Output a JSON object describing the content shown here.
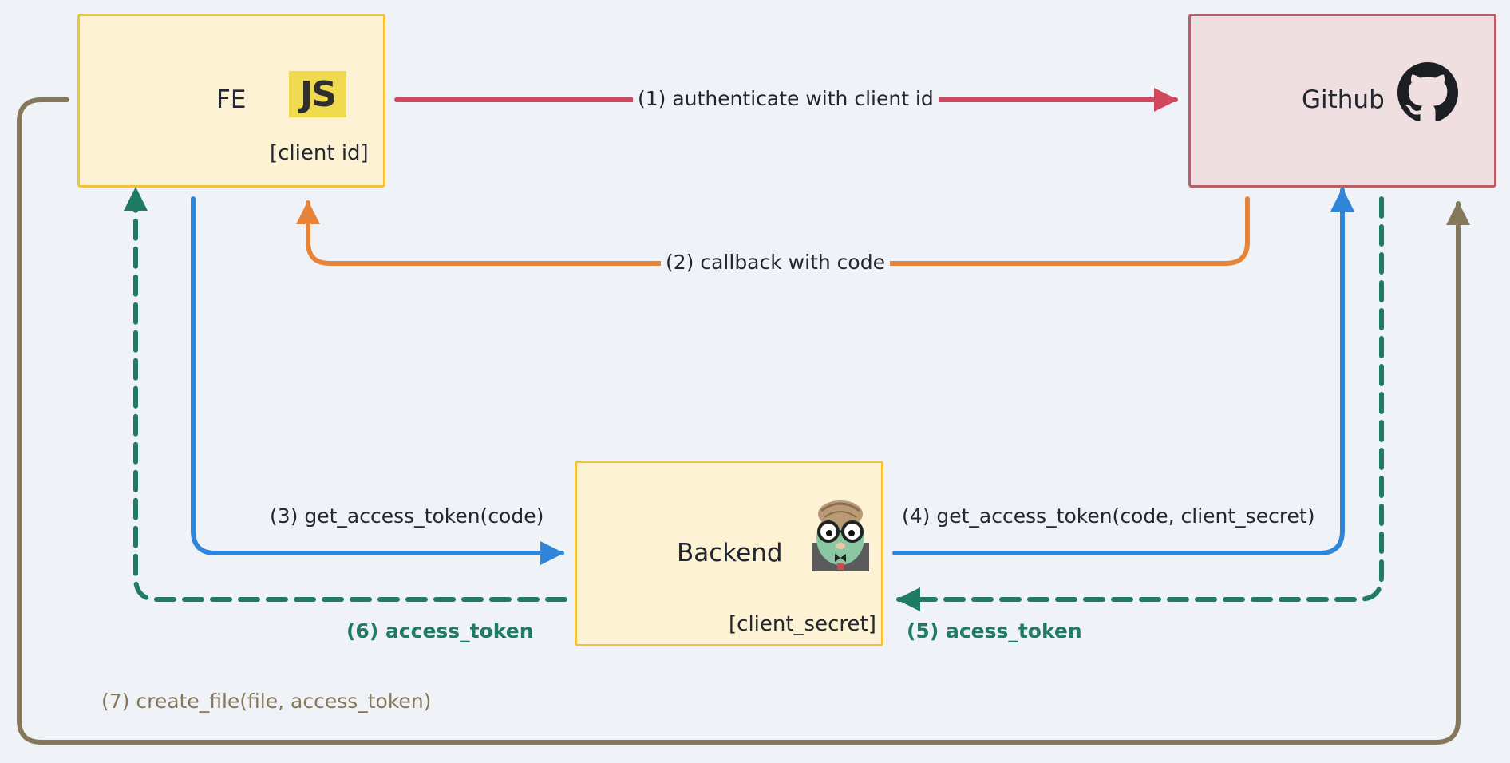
{
  "nodes": {
    "fe": {
      "title": "FE",
      "logo_text": "JS",
      "note": "[client id]"
    },
    "github": {
      "title": "Github"
    },
    "backend": {
      "title": "Backend",
      "note": "[client_secret]"
    }
  },
  "edges": {
    "e1": "(1) authenticate with client id",
    "e2": "(2) callback with code",
    "e3": "(3) get_access_token(code)",
    "e4": "(4) get_access_token(code, client_secret)",
    "e5": "(5) acess_token",
    "e6": "(6) access_token",
    "e7": "(7) create_file(file, access_token)"
  },
  "colors": {
    "red": "#d0485e",
    "orange": "#e8843a",
    "blue": "#2f86d8",
    "green": "#1f7a66",
    "brown": "#85775a",
    "box_yellow_fill": "#fdf2d3",
    "box_yellow_border": "#f2c33a",
    "box_pink_fill": "#efdfe0",
    "box_pink_border": "#b86068"
  },
  "icons": {
    "fe": "javascript-logo-icon",
    "github": "github-octocat-icon",
    "backend": "go-gopher-icon"
  }
}
